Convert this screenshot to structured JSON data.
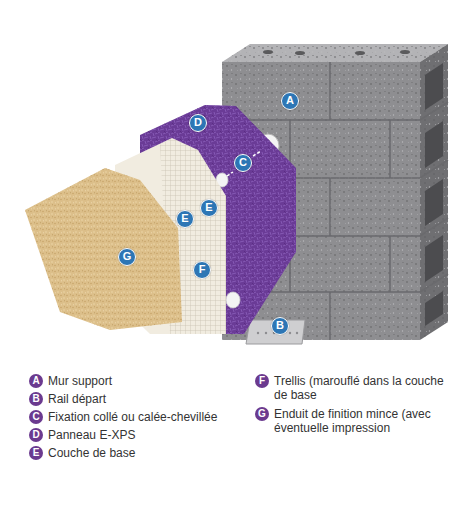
{
  "diagram": {
    "labels": [
      "A",
      "D",
      "C",
      "E",
      "E",
      "F",
      "B",
      "G",
      "A",
      "B",
      "C",
      "D",
      "E",
      "F",
      "G"
    ],
    "legend": [
      {
        "text": "Mur support",
        "color": "#6b3a8f"
      },
      {
        "text": "Rail départ",
        "color": "#6b3a8f"
      },
      {
        "text": "Fixation collé ou calée-chevillée",
        "color": "#6b3a8f"
      },
      {
        "text": "Panneau E-XPS",
        "color": "#6b3a8f"
      },
      {
        "text": "Couche de base",
        "color": "#6b3a8f"
      },
      {
        "text": "Trellis (marouflé dans la couche de base",
        "color": "#6b3a8f"
      },
      {
        "text": "Enduit de finition mince (avec éventuelle impression",
        "color": "#6b3a8f"
      }
    ]
  }
}
